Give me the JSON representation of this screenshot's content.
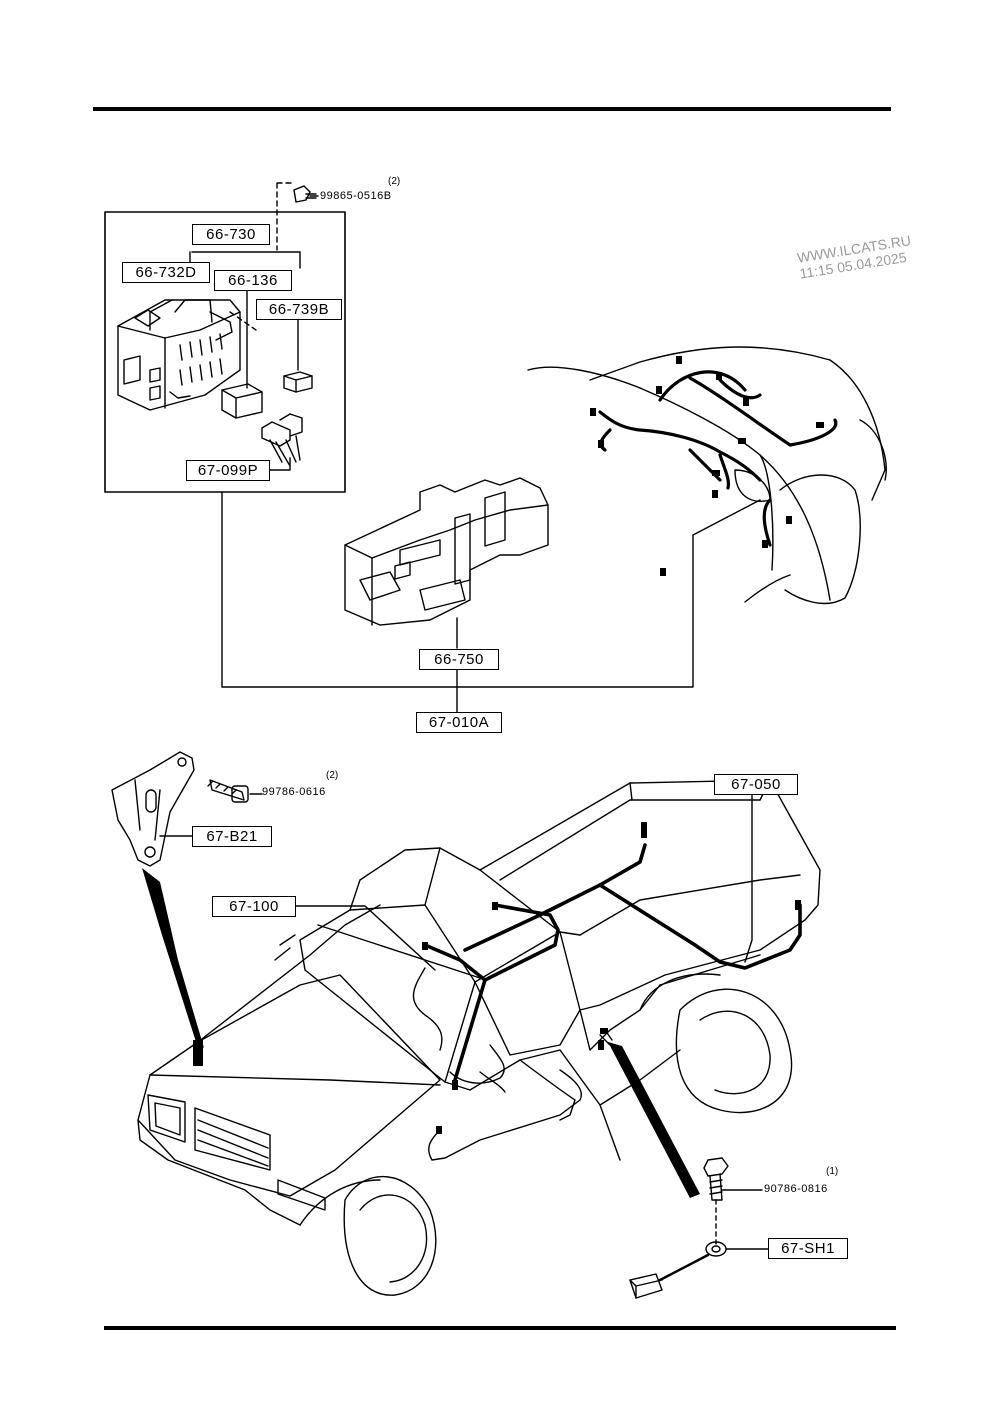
{
  "callouts": {
    "c66_730": "66-730",
    "c66_732D": "66-732D",
    "c66_136": "66-136",
    "c66_739B": "66-739B",
    "c67_099P": "67-099P",
    "c66_750": "66-750",
    "c67_010A": "67-010A",
    "c67_B21": "67-B21",
    "c67_050": "67-050",
    "c67_100": "67-100",
    "c67_SH1": "67-SH1"
  },
  "fasteners": {
    "f1_part": "99865-0516B",
    "f1_qty": "(2)",
    "f2_part": "99786-0616",
    "f2_qty": "(2)",
    "f3_part": "90786-0816",
    "f3_qty": "(1)"
  },
  "watermark": {
    "site": "WWW.ILCATS.RU",
    "stamp": "11:15 05.04.2025"
  }
}
